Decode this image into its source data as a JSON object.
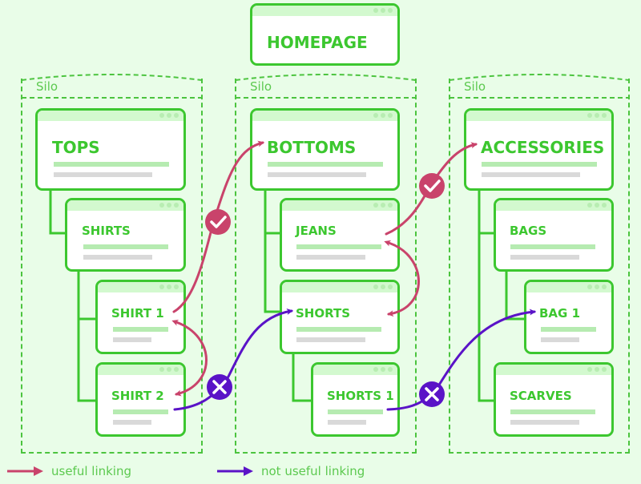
{
  "homepage": {
    "title": "HOMEPAGE"
  },
  "silos": [
    {
      "label": "Silo",
      "category": {
        "title": "TOPS"
      },
      "subcategory": {
        "title": "SHIRTS"
      },
      "pages": [
        {
          "title": "SHIRT 1"
        },
        {
          "title": "SHIRT 2"
        }
      ]
    },
    {
      "label": "Silo",
      "category": {
        "title": "BOTTOMS"
      },
      "subcategory": {
        "title": "JEANS"
      },
      "pages": [
        {
          "title": "SHORTS"
        },
        {
          "title": "SHORTS 1"
        }
      ]
    },
    {
      "label": "Silo",
      "category": {
        "title": "ACCESSORIES"
      },
      "subcategory": {
        "title": "BAGS"
      },
      "pages": [
        {
          "title": "BAG 1"
        },
        {
          "title": "SCARVES"
        }
      ]
    }
  ],
  "links": [
    {
      "from": "SHIRT 1",
      "to": "BOTTOMS",
      "type": "useful",
      "marker": "check-icon"
    },
    {
      "from": "SHIRT 1",
      "to": "SHIRT 2",
      "type": "useful",
      "bidirectional": true
    },
    {
      "from": "SHIRT 2",
      "to": "SHORTS",
      "type": "not_useful",
      "marker": "x-icon"
    },
    {
      "from": "JEANS",
      "to": "ACCESSORIES",
      "type": "useful",
      "marker": "check-icon"
    },
    {
      "from": "JEANS",
      "to": "SHORTS",
      "type": "useful",
      "bidirectional": true
    },
    {
      "from": "SHORTS 1",
      "to": "BAG 1",
      "type": "not_useful",
      "marker": "x-icon"
    }
  ],
  "legend": {
    "useful": {
      "label": "useful linking",
      "color": "#c9436b"
    },
    "not_useful": {
      "label": "not useful linking",
      "color": "#5a13c7"
    }
  },
  "colors": {
    "background": "#e9fde8",
    "card_border": "#3cc72f",
    "useful": "#c9436b",
    "not_useful": "#5a13c7"
  }
}
